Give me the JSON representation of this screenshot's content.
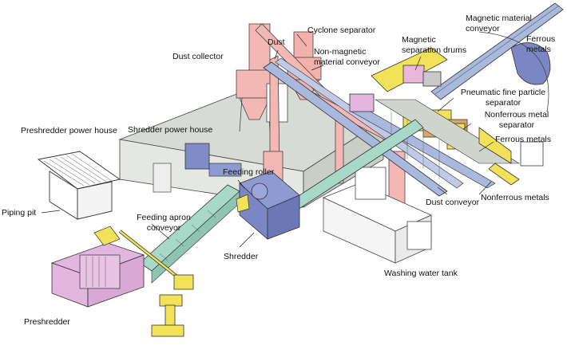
{
  "labels": {
    "cyclone_separator": "Cyclone separator",
    "magnetic_material_conveyor": "Magnetic material\nconveyor",
    "ferrous_metals_top": "Ferrous\nmetals",
    "dust": "Dust",
    "dust_collector": "Dust collector",
    "non_magnetic_material_conveyor": "Non-magnetic\nmaterial conveyor",
    "magnetic_separation_drums": "Magnetic\nseparation drums",
    "pneumatic_fine_particle_separator": "Pneumatic fine particle\nseparator",
    "nonferrous_metal_separator": "Nonferrous metal\nseparator",
    "ferrous_metals_right": "Ferrous metals",
    "preshredder_power_house": "Preshredder power house",
    "shredder_power_house": "Shredder power house",
    "feeding_roller": "Feeding roller",
    "piping_pit": "Piping pit",
    "feeding_apron_conveyor": "Feeding apron\nconveyor",
    "shredder": "Shredder",
    "dust_conveyor": "Dust conveyor",
    "nonferrous_metals": "Nonferrous metals",
    "washing_water_tank": "Washing water tank",
    "preshredder": "Preshredder"
  },
  "colors": {
    "pink_equipment": "#f4b8b4",
    "cyclone_pink": "#f2b1ad",
    "blue_conveyor": "#a9b9dd",
    "green_conveyor": "#a8d8c8",
    "yellow_equipment": "#f2e25a",
    "violet_preshredder": "#e3b6df",
    "grey_building": "#d7dbd5",
    "shredder_blue": "#8e9bd3",
    "ferrous_pile": "#7b86c4"
  }
}
